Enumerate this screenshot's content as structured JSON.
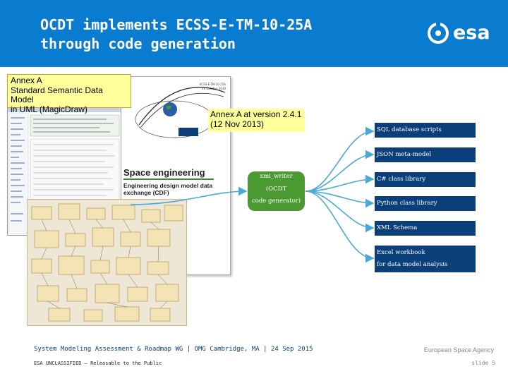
{
  "header": {
    "title": "OCDT implements ECSS-E-TM-10-25A\nthrough code generation",
    "logo_text": "esa",
    "background": "#0a7ccf"
  },
  "document_cover": {
    "header_line1": "ECSS-E-TM-10-25A",
    "header_line2": "20 October 2010",
    "heading": "Space engineering",
    "subheading": "Engineering design model data\nexchange (CDF)"
  },
  "callouts": {
    "annex_a": "Annex A\nStandard Semantic Data Model\nin UML (MagicDraw)",
    "version": "Annex A at version 2.4.1\n(12 Nov 2013)"
  },
  "generator": {
    "line1": "xmi_writer",
    "line2": "(OCDT",
    "line3": "code generator)",
    "color": "#4a9a31"
  },
  "outputs": [
    {
      "label": "SQL database scripts"
    },
    {
      "label": "JSON meta-model"
    },
    {
      "label": "C# class library"
    },
    {
      "label": "Python class library"
    },
    {
      "label": "XML Schema"
    },
    {
      "line1": "Excel workbook",
      "line2": "for data model analysis"
    }
  ],
  "output_color": "#0b3f7a",
  "footer": {
    "event": "System Modeling Assessment & Roadmap WG | OMG Cambridge, MA | 24 Sep 2015",
    "classification": "ESA UNCLASSIFIED – Releasable to the Public",
    "agency": "European Space Agency",
    "slide": "slide 5"
  }
}
